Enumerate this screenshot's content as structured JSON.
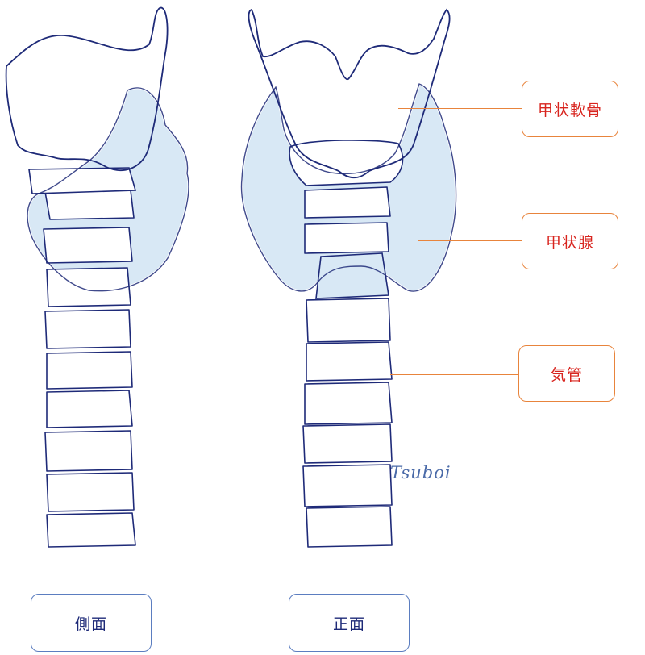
{
  "labels": {
    "thyroid_cartilage": "甲状軟骨",
    "thyroid_gland": "甲状腺",
    "trachea": "気管"
  },
  "views": {
    "side": "側面",
    "front": "正面"
  },
  "signature": "Tsuboi",
  "colors": {
    "outline": "#1e2a78",
    "gland_fill": "#d8e8f5",
    "callout_border": "#e8843c",
    "callout_text": "#d8241e",
    "view_border": "#5b7dc0",
    "signature": "#4a6aa8"
  },
  "icons": {
    "side_view": "larynx-trachea-side-view-illustration",
    "front_view": "larynx-trachea-front-view-illustration"
  }
}
